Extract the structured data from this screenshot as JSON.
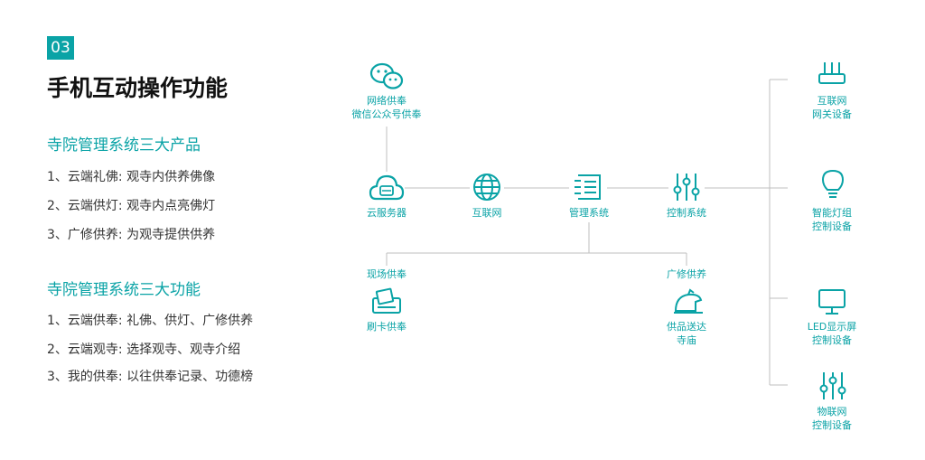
{
  "badge": "03",
  "title": "手机互动操作功能",
  "section1": {
    "heading": "寺院管理系统三大产品",
    "items": [
      "1、云端礼佛: 观寺内供养佛像",
      "2、云端供灯: 观寺内点亮佛灯",
      "3、广修供养: 为观寺提供供养"
    ]
  },
  "section2": {
    "heading": "寺院管理系统三大功能",
    "items": [
      "1、云端供奉: 礼佛、供灯、广修供养",
      "2、云端观寺: 选择观寺、观寺介绍",
      "3、我的供奉: 以往供奉记录、功德榜"
    ]
  },
  "nodes": {
    "wechat": {
      "line1": "网络供奉",
      "line2": "微信公众号供奉",
      "icon": "wechat-icon"
    },
    "cloud": {
      "label": "云服务器",
      "icon": "cloud-server-icon"
    },
    "internet": {
      "label": "互联网",
      "icon": "globe-icon"
    },
    "management": {
      "label": "管理系统",
      "icon": "list-icon"
    },
    "control": {
      "label": "控制系统",
      "icon": "sliders-icon"
    },
    "onsite": {
      "top": "现场供奉",
      "label": "刷卡供奉",
      "icon": "card-reader-icon"
    },
    "broad": {
      "top": "广修供养",
      "line1": "供品送达",
      "line2": "寺庙",
      "icon": "delivery-icon"
    },
    "gateway": {
      "line1": "互联网",
      "line2": "网关设备",
      "icon": "router-icon"
    },
    "lamp": {
      "line1": "智能灯组",
      "line2": "控制设备",
      "icon": "bulb-icon"
    },
    "led": {
      "line1": "LED显示屏",
      "line2": "控制设备",
      "icon": "monitor-icon"
    },
    "iot": {
      "line1": "物联网",
      "line2": "控制设备",
      "icon": "sliders-icon"
    }
  },
  "colors": {
    "accent": "#0aa3a6",
    "line": "#bfbfbf"
  }
}
